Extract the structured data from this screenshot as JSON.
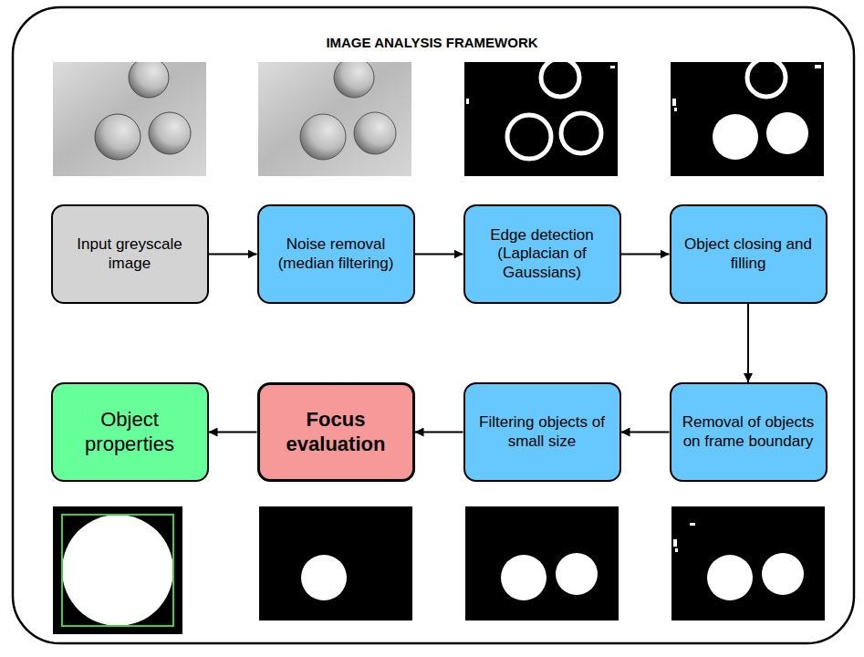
{
  "diagram": {
    "title": "IMAGE ANALYSIS FRAMEWORK",
    "nodes": [
      {
        "text": [
          "Input greyscale image"
        ]
      },
      {
        "text": [
          "Noise removal (median filtering)"
        ]
      },
      {
        "text": [
          "Edge detection (Laplacian of Gaussians)"
        ]
      },
      {
        "text": [
          "Object closing and filling"
        ]
      },
      {
        "text": [
          "Removal of objects on frame boundary"
        ]
      },
      {
        "text": [
          "Filtering objects of small size"
        ]
      },
      {
        "text": [
          "Focus evaluation"
        ]
      },
      {
        "text": [
          "Object properties"
        ]
      }
    ],
    "edges": [
      {
        "from": 0,
        "to": 1,
        "arrow": "to"
      },
      {
        "from": 1,
        "to": 2,
        "arrow": "to"
      },
      {
        "from": 2,
        "to": 3,
        "arrow": "to"
      },
      {
        "from": 3,
        "to": 4,
        "arrow": "to"
      },
      {
        "from": 4,
        "to": 5,
        "arrow": "to"
      },
      {
        "from": 5,
        "to": 6,
        "arrow": "to"
      },
      {
        "from": 6,
        "to": 7,
        "arrow": "to"
      }
    ]
  }
}
